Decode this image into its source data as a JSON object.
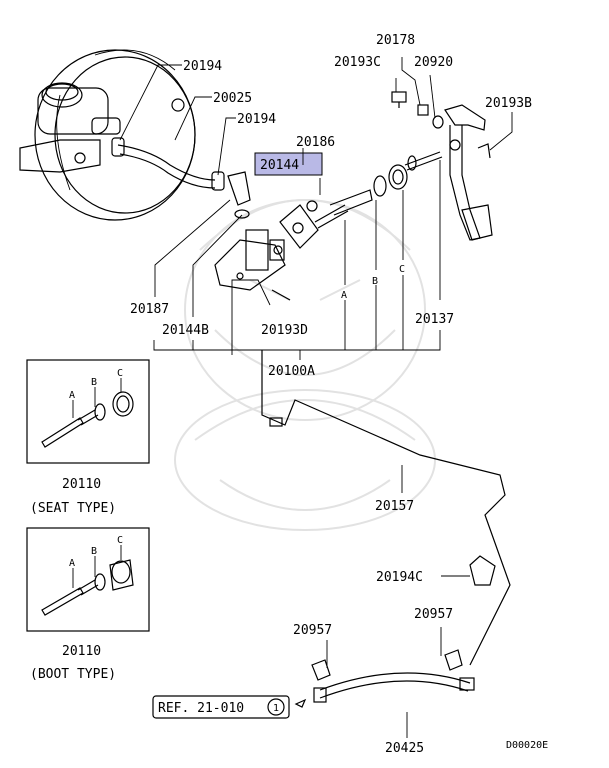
{
  "labels": {
    "p20194_top": "20194",
    "p20025": "20025",
    "p20194_mid": "20194",
    "p20178": "20178",
    "p20193C": "20193C",
    "p20920": "20920",
    "p20193B": "20193B",
    "p20186": "20186",
    "p20144": "20144",
    "p20187": "20187",
    "p20144B": "20144B",
    "p20193D": "20193D",
    "p20137": "20137",
    "p20100A": "20100A",
    "p20157": "20157",
    "p20194C": "20194C",
    "p20957_left": "20957",
    "p20957_right": "20957",
    "p20425": "20425",
    "letter_a": "A",
    "letter_b": "B",
    "letter_c": "C"
  },
  "insets": [
    {
      "part": "20110",
      "caption": "(SEAT TYPE)",
      "letters": [
        "A",
        "B",
        "C"
      ]
    },
    {
      "part": "20110",
      "caption": "(BOOT TYPE)",
      "letters": [
        "A",
        "B",
        "C"
      ]
    }
  ],
  "reference": {
    "text": "REF. 21-010",
    "circle": "1"
  },
  "diagram_code": "D00020E",
  "highlight_color": "#b9b9e6"
}
